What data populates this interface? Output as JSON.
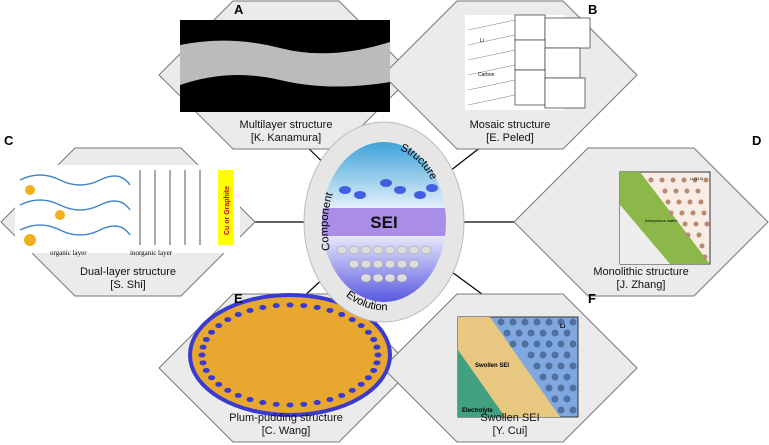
{
  "center": {
    "title": "SEI",
    "arc_labels": [
      "Component",
      "Structure",
      "Evolution"
    ]
  },
  "panels": [
    {
      "letter": "A",
      "title": "Multilayer structure",
      "author": "[K. Kanamura]"
    },
    {
      "letter": "B",
      "title": "Mosaic structure",
      "author": "[E. Peled]",
      "inner": [
        "Li",
        "Carbon"
      ]
    },
    {
      "letter": "C",
      "title": "Dual-layer structure",
      "author": "[S. Shi]",
      "inner": [
        "organic layer",
        "inorganic layer",
        "Cu or Graphite"
      ]
    },
    {
      "letter": "D",
      "title": "Monolithic structure",
      "author": "[J. Zhang]",
      "inner": [
        "Li (110)",
        "Amorphous matrix"
      ]
    },
    {
      "letter": "E",
      "title": "Plum-pudding structure",
      "author": "[C. Wang]"
    },
    {
      "letter": "F",
      "title": "Swollen SEI",
      "author": "[Y. Cui]",
      "inner": [
        "Li",
        "Swollen SEI",
        "Electrolyte"
      ]
    }
  ],
  "colors": {
    "hex_fill": "#ebebeb",
    "hex_stroke": "#777777",
    "sei_band": "#a98de8",
    "green": "#8cb84a",
    "gold": "#e8b030"
  }
}
